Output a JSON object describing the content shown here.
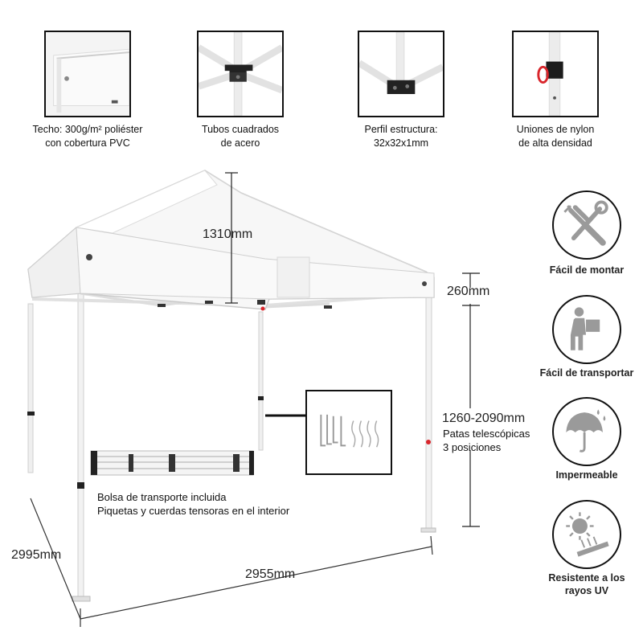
{
  "details": [
    {
      "icon": "roof-fabric-icon",
      "line1": "Techo: 300g/m² poliéster",
      "line2": "con cobertura PVC"
    },
    {
      "icon": "square-tubes-icon",
      "line1": "Tubos cuadrados",
      "line2": "de acero"
    },
    {
      "icon": "frame-profile-icon",
      "line1": "Perfil estructura:",
      "line2": "32x32x1mm"
    },
    {
      "icon": "nylon-joint-icon",
      "line1": "Uniones de nylon",
      "line2": "de alta densidad"
    }
  ],
  "dimensions": {
    "roof_peak": "1310mm",
    "valance": "260mm",
    "leg_height": "1260-2090mm",
    "leg_note_line1": "Patas telescópicas",
    "leg_note_line2": "3 posiciones",
    "depth": "2995mm",
    "width": "2955mm"
  },
  "accessories": {
    "line1": "Bolsa de transporte incluida",
    "line2": "Piquetas y cuerdas tensoras en el interior"
  },
  "features": [
    {
      "icon": "tools-icon",
      "label_line1": "Fácil de montar",
      "label_line2": ""
    },
    {
      "icon": "person-carrying-box-icon",
      "label_line1": "Fácil de transportar",
      "label_line2": ""
    },
    {
      "icon": "umbrella-rain-icon",
      "label_line1": "Impermeable",
      "label_line2": ""
    },
    {
      "icon": "sun-uv-icon",
      "label_line1": "Resistente a los",
      "label_line2": "rayos UV"
    }
  ],
  "colors": {
    "frame": "#e8e8e8",
    "outline": "#111111",
    "icon_gray": "#9a9a9a",
    "accent_red": "#d9262c"
  }
}
